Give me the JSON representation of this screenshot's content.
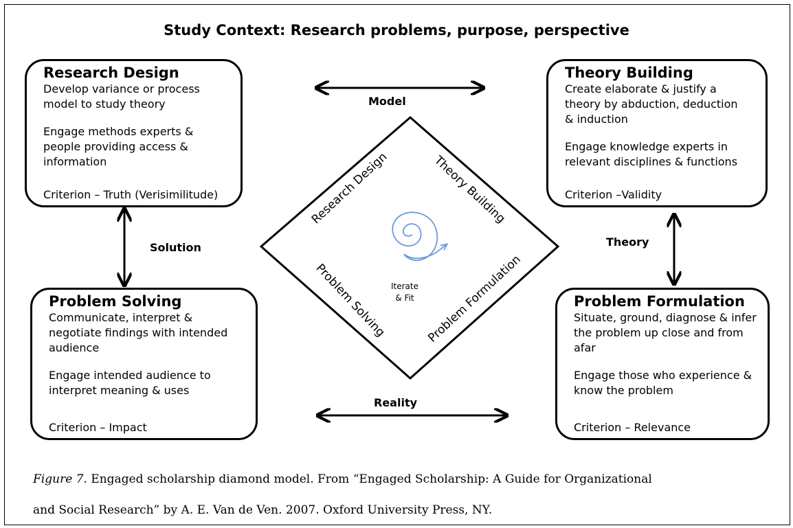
{
  "title": "Study Context: Research problems, purpose, perspective",
  "boxes": {
    "research_design": {
      "heading": "Research Design",
      "line1": "Develop variance or process",
      "line2": "model to study theory",
      "line3": "Engage methods experts &",
      "line4": "people providing access &",
      "line5": "information",
      "criterion": "Criterion – Truth (Verisimilitude)"
    },
    "theory_building": {
      "heading": "Theory Building",
      "line1": "Create elaborate & justify a",
      "line2": "theory by abduction, deduction",
      "line3": "& induction",
      "line4": "Engage knowledge experts in",
      "line5": "relevant disciplines & functions",
      "criterion": "Criterion –Validity"
    },
    "problem_solving": {
      "heading": "Problem Solving",
      "line1": "Communicate, interpret &",
      "line2": "negotiate findings with intended",
      "line3": "audience",
      "line4": "Engage intended audience to",
      "line5": "interpret meaning & uses",
      "criterion": "Criterion – Impact"
    },
    "problem_formulation": {
      "heading": "Problem Formulation",
      "line1": "Situate, ground, diagnose & infer",
      "line2": "the problem up close and from",
      "line3": "afar",
      "line4": "Engage those who experience &",
      "line5": "know the problem",
      "criterion": "Criterion – Relevance"
    }
  },
  "arrow_labels": {
    "model": "Model",
    "solution": "Solution",
    "theory": "Theory",
    "reality": "Reality"
  },
  "diamond": {
    "edge_research_design": "Research Design",
    "edge_theory_building": "Theory Building",
    "edge_problem_solving": "Problem Solving",
    "edge_problem_formulation": "Problem Formulation",
    "center_line1": "Iterate",
    "center_line2": "& Fit"
  },
  "caption": {
    "figure_label": "Figure 7",
    "line1_rest": ". Engaged scholarship diamond model. From “Engaged Scholarship: A Guide for Organizational",
    "line2": "and Social Research” by A. E. Van de Ven. 2007. Oxford University Press, NY."
  },
  "colors": {
    "stroke": "#000000",
    "spiral": "#6a9bd8"
  }
}
